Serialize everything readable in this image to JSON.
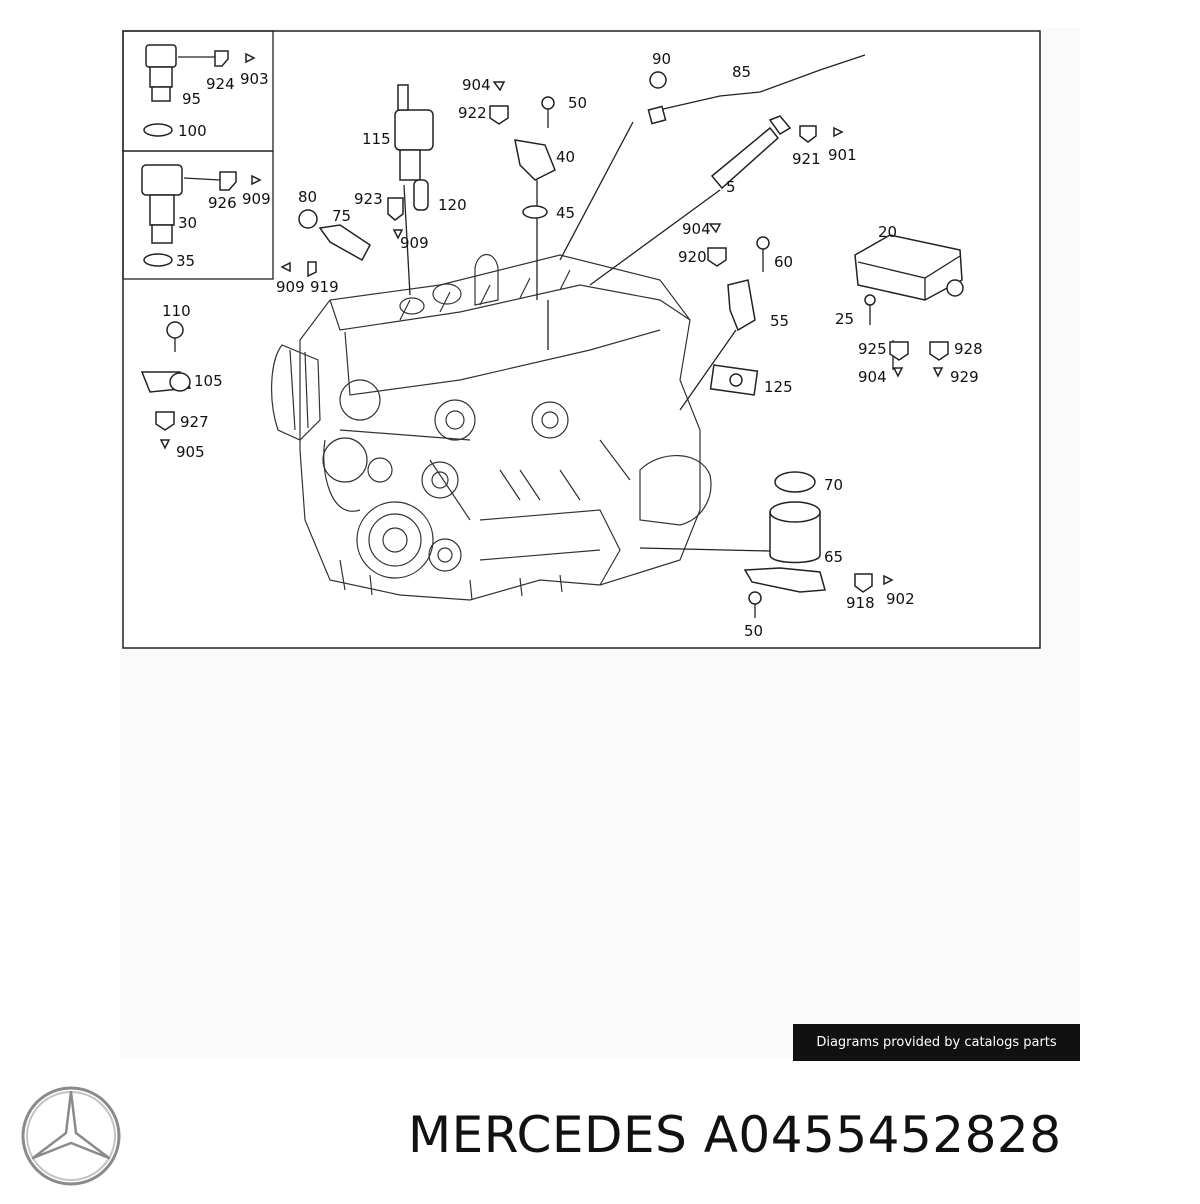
{
  "diagram": {
    "labels": {
      "l924": "924",
      "l903": "903",
      "l95": "95",
      "l100": "100",
      "l926": "926",
      "l909a": "909",
      "l30": "30",
      "l35": "35",
      "l80": "80",
      "l75": "75",
      "l909b": "909",
      "l919": "919",
      "l115": "115",
      "l923": "923",
      "l120": "120",
      "l909c": "909",
      "l904a": "904",
      "l922": "922",
      "l50a": "50",
      "l40": "40",
      "l45": "45",
      "l90": "90",
      "l85": "85",
      "l921": "921",
      "l901": "901",
      "l5": "5",
      "l904b": "904",
      "l920": "920",
      "l60": "60",
      "l55": "55",
      "l125": "125",
      "l20": "20",
      "l25": "25",
      "l925": "925",
      "l928": "928",
      "l904c": "904",
      "l929": "929",
      "l110": "110",
      "l105": "105",
      "l927": "927",
      "l905": "905",
      "l70": "70",
      "l65": "65",
      "l918": "918",
      "l902": "902",
      "l50b": "50"
    }
  },
  "watermark": "Diagrams provided by catalogs parts",
  "product": {
    "title": "MERCEDES A0455452828"
  }
}
